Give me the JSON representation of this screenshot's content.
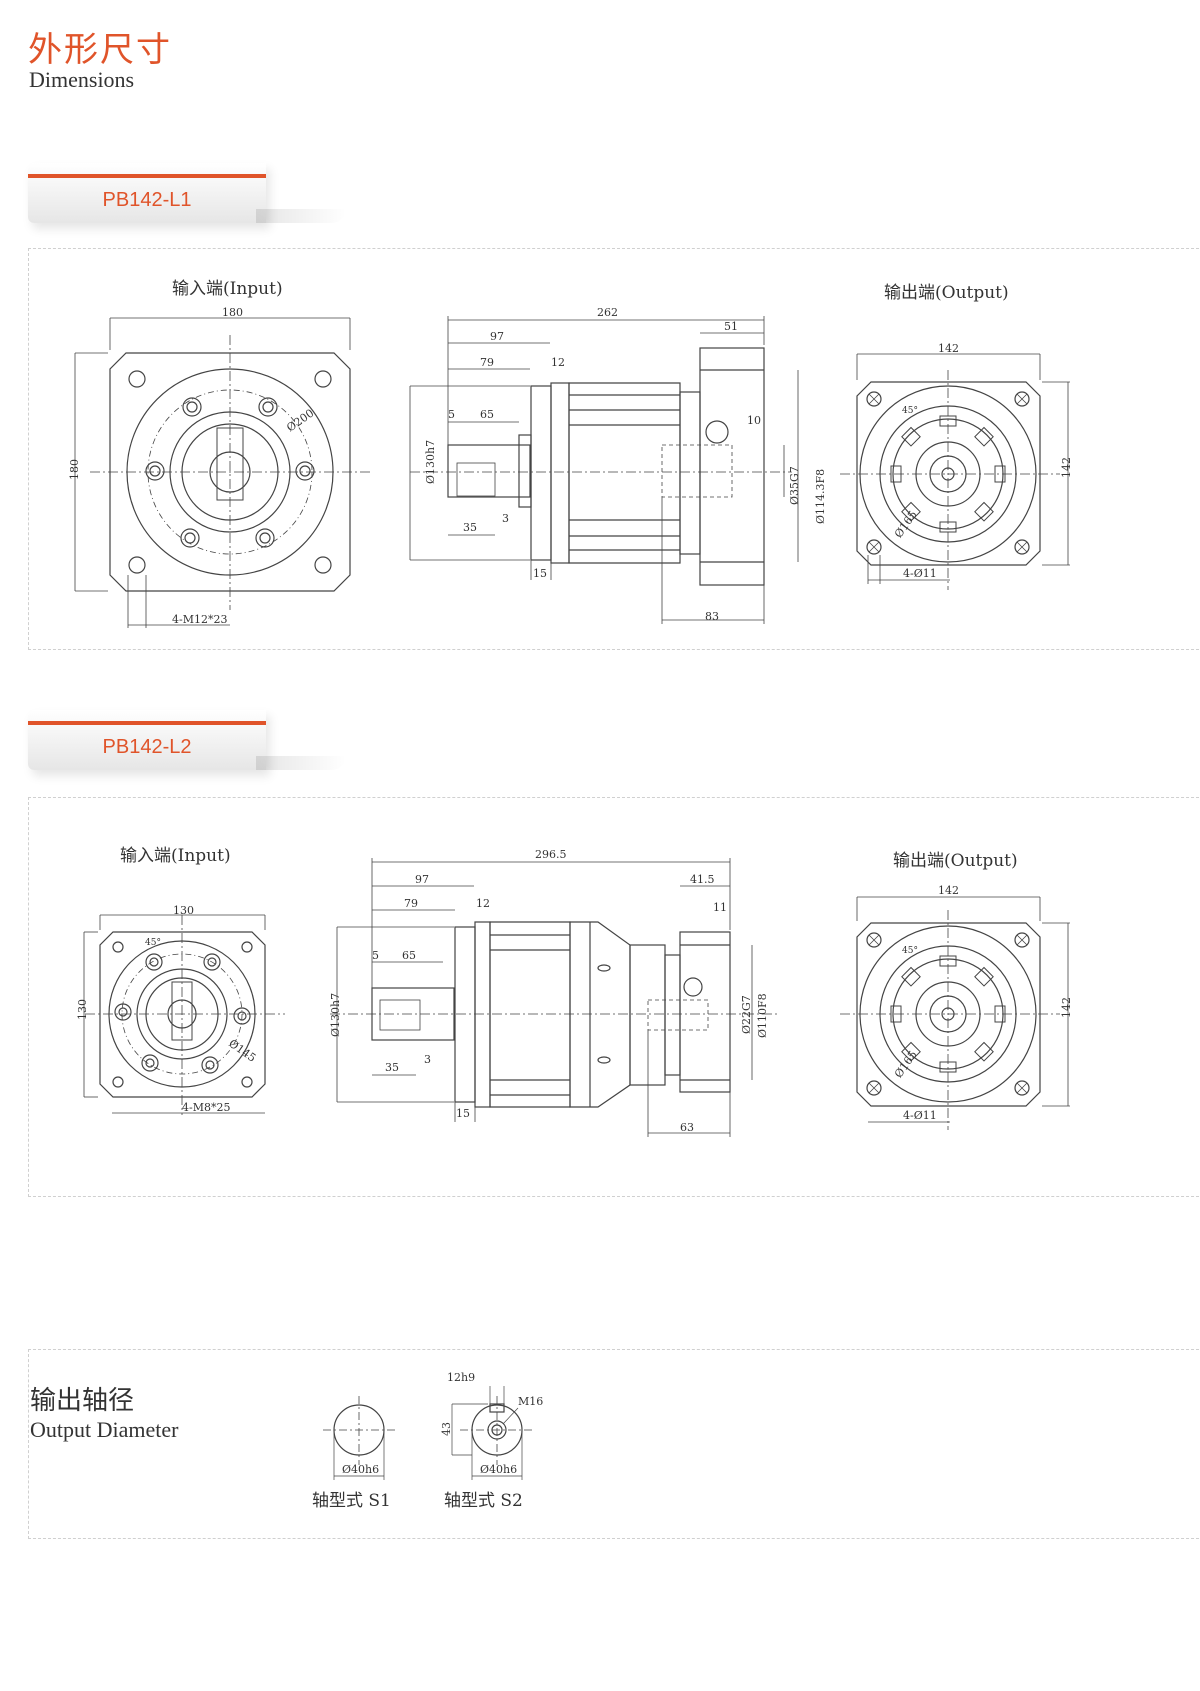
{
  "header": {
    "title_cn": "外形尺寸",
    "title_en": "Dimensions"
  },
  "models": [
    {
      "name": "PB142-L1",
      "input_label": "输入端(Input)",
      "output_label": "输出端(Output)",
      "input_dims": {
        "width": "180",
        "height": "180",
        "pcd": "Ø200",
        "holes": "4-M12*23"
      },
      "side_dims": {
        "total": "262",
        "d97": "97",
        "d79": "79",
        "d12": "12",
        "d5": "5",
        "d65": "65",
        "d35": "35",
        "d3": "3",
        "d15": "15",
        "d51": "51",
        "d10": "10",
        "d83": "83",
        "bore": "Ø130h7",
        "spigot": "Ø35G7",
        "pilot": "Ø114.3F8"
      },
      "output_dims": {
        "width": "142",
        "height": "142",
        "angle": "45°",
        "pcd": "Ø165",
        "holes": "4-Ø11"
      }
    },
    {
      "name": "PB142-L2",
      "input_label": "输入端(Input)",
      "output_label": "输出端(Output)",
      "input_dims": {
        "width": "130",
        "height": "130",
        "angle": "45°",
        "pcd": "Ø145",
        "holes": "4-M8*25"
      },
      "side_dims": {
        "total": "296.5",
        "d97": "97",
        "d79": "79",
        "d12": "12",
        "d5": "5",
        "d65": "65",
        "d35": "35",
        "d3": "3",
        "d15": "15",
        "d41": "41.5",
        "d11": "11",
        "d63": "63",
        "bore": "Ø130h7",
        "spigot": "Ø22G7",
        "pilot": "Ø110F8"
      },
      "output_dims": {
        "width": "142",
        "height": "142",
        "angle": "45°",
        "pcd": "Ø165",
        "holes": "4-Ø11"
      }
    }
  ],
  "output_diameter": {
    "title_cn": "输出轴径",
    "title_en": "Output Diameter",
    "s1": {
      "dia": "Ø40h6",
      "label": "轴型式 S1"
    },
    "s2": {
      "dia": "Ø40h6",
      "key": "12h9",
      "thread": "M16",
      "height": "43",
      "label": "轴型式 S2"
    }
  },
  "colors": {
    "accent": "#e0542a",
    "line": "#444444"
  }
}
